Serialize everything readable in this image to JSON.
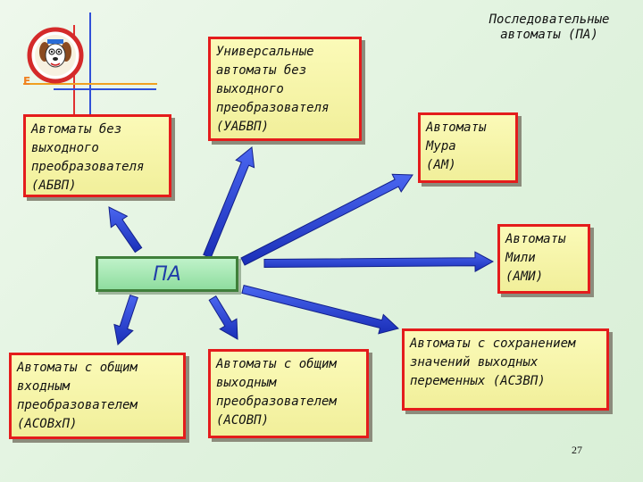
{
  "title": "Последовательные\nавтоматы (ПА)",
  "center": {
    "label": "ПА"
  },
  "boxes": {
    "abvp": "Автоматы без\nвыходного\nпреобразователя\n(АБВП)",
    "uabvp": "Универсальные\nавтоматы без\nвыходного\nпреобразователя\n(УАБВП)",
    "am": "Автоматы\nМура\n(АМ)",
    "ami": "Автоматы\nМили\n(АМИ)",
    "asovxp": "Автоматы с общим\nвходным\nпреобразователем\n(АСОВхП)",
    "asovp": "Автоматы с общим\nвыходным\nпреобразователем\n(АСОВП)",
    "aszvp": "Автоматы с сохранением\nзначений выходных\nпеременных (АСЗВП)"
  },
  "logo": {
    "letter": "E"
  },
  "page_number": "27",
  "colors": {
    "arrow": "#2a3fd6",
    "border": "#e41c1c",
    "box": "#f6f4a8"
  }
}
